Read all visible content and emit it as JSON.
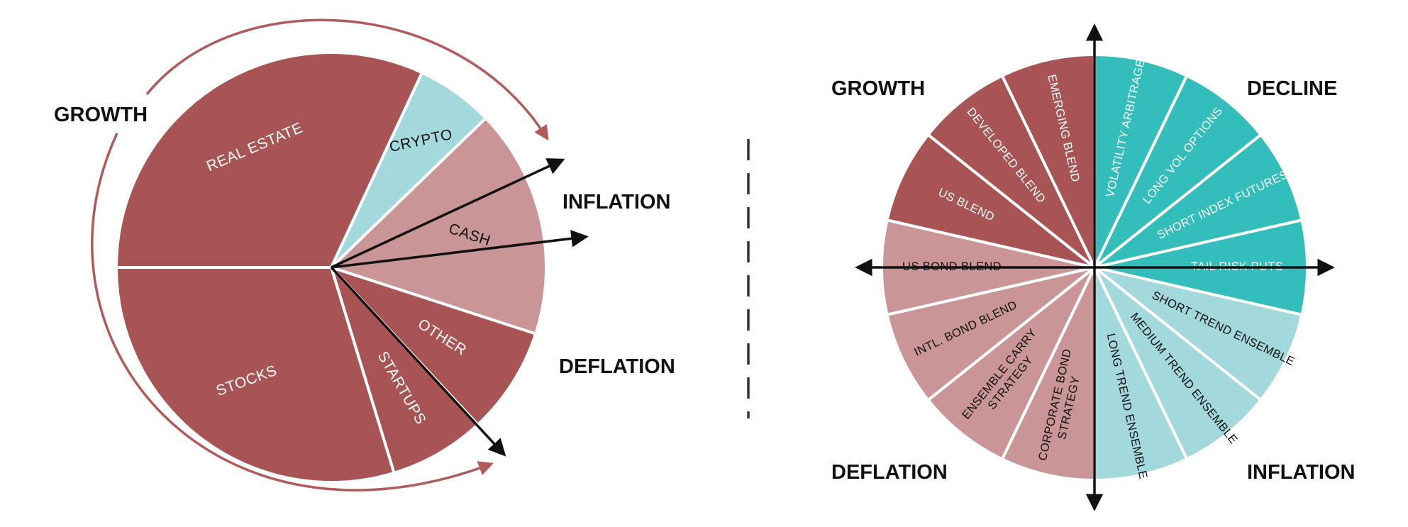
{
  "colors": {
    "dark_red": "#a85454",
    "light_red": "#c99597",
    "crypto_teal": "#a3d9dc",
    "teal": "#33bdbb",
    "light_teal": "#a3d9dc",
    "arrow": "#111111",
    "curve": "#b05a5a",
    "divider": "#333333"
  },
  "left_chart": {
    "slices": [
      {
        "label": "REAL ESTATE",
        "start": 180,
        "end": 295,
        "color": "dark_red",
        "text_color": "#ffffff"
      },
      {
        "label": "CRYPTO",
        "start": 295,
        "end": 316,
        "color": "crypto_teal",
        "text_color": "#111111"
      },
      {
        "label": "CASH",
        "start": 316,
        "end": 378,
        "color": "light_red",
        "text_color": "#111111"
      },
      {
        "label": "OTHER",
        "start": 378,
        "end": 407,
        "color": "dark_red",
        "text_color": "#ffffff"
      },
      {
        "label": "STARTUPS",
        "start": 407,
        "end": 433,
        "color": "dark_red",
        "text_color": "#ffffff"
      },
      {
        "label": "STOCKS",
        "start": 433,
        "end": 540,
        "color": "dark_red",
        "text_color": "#ffffff"
      }
    ],
    "labels": {
      "growth": "GROWTH",
      "inflation": "INFLATION",
      "deflation": "DEFLATION"
    }
  },
  "right_chart": {
    "wedges": [
      {
        "label": [
          "VOLATILITY ARBITRAGE"
        ],
        "color": "teal",
        "text_color": "#ffffff"
      },
      {
        "label": [
          "LONG VOL OPTIONS"
        ],
        "color": "teal",
        "text_color": "#ffffff"
      },
      {
        "label": [
          "SHORT INDEX FUTURES"
        ],
        "color": "teal",
        "text_color": "#ffffff"
      },
      {
        "label": [
          "TAIL RISK PUTS"
        ],
        "color": "teal",
        "text_color": "#ffffff"
      },
      {
        "label": [
          "SHORT TREND ENSEMBLE"
        ],
        "color": "light_teal",
        "text_color": "#111111"
      },
      {
        "label": [
          "MEDIUM TREND ENSEMBLE"
        ],
        "color": "light_teal",
        "text_color": "#111111"
      },
      {
        "label": [
          "LONG TREND ENSEMBLE"
        ],
        "color": "light_teal",
        "text_color": "#111111"
      },
      {
        "label": [
          "CORPORATE BOND",
          "STRATEGY"
        ],
        "color": "light_red",
        "text_color": "#111111"
      },
      {
        "label": [
          "ENSEMBLE CARRY",
          "STRATEGY"
        ],
        "color": "light_red",
        "text_color": "#111111"
      },
      {
        "label": [
          "INTL. BOND BLEND"
        ],
        "color": "light_red",
        "text_color": "#111111"
      },
      {
        "label": [
          "US BOND BLEND"
        ],
        "color": "light_red",
        "text_color": "#111111"
      },
      {
        "label": [
          "US BLEND"
        ],
        "color": "dark_red",
        "text_color": "#ffffff"
      },
      {
        "label": [
          "DEVELOPED BLEND"
        ],
        "color": "dark_red",
        "text_color": "#ffffff"
      },
      {
        "label": [
          "EMERGING BLEND"
        ],
        "color": "dark_red",
        "text_color": "#ffffff"
      }
    ],
    "quadrant_labels": {
      "growth": "GROWTH",
      "decline": "DECLINE",
      "deflation": "DEFLATION",
      "inflation": "INFLATION"
    }
  }
}
